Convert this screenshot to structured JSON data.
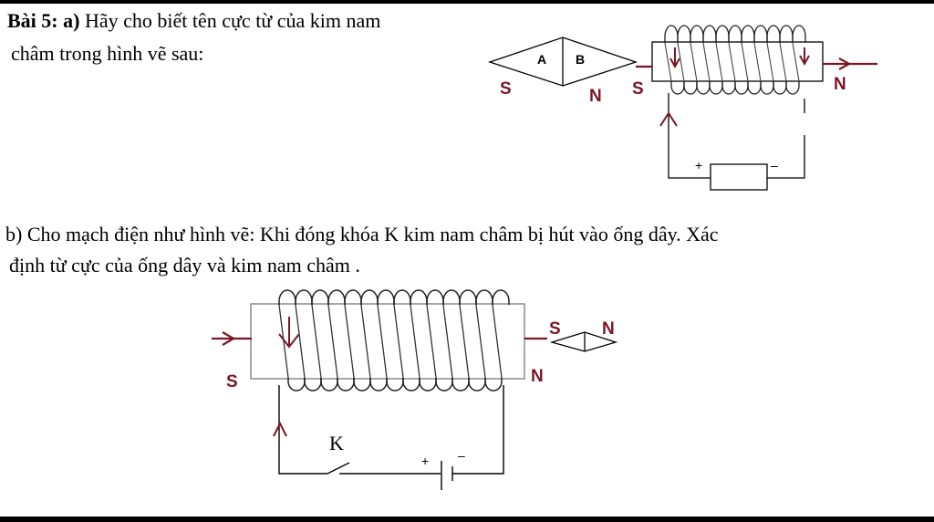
{
  "problem": {
    "part_a_prefix": "Bài  5: a)",
    "part_a_line1": "Hãy cho biết tên cực từ của kim nam",
    "part_a_line2": "châm trong hình vẽ sau:",
    "part_b_line1": "b) Cho mạch điện như hình vẽ: Khi đóng khóa K kim nam châm bị hút vào ống dây. Xác",
    "part_b_line2": "định từ cực của ống dây và kim nam châm ."
  },
  "figure_a": {
    "needle_left_label": "A",
    "needle_right_label": "B",
    "needle_pole_left": "S",
    "needle_pole_right": "N",
    "coil_pole_left": "S",
    "coil_pole_right": "N",
    "battery_plus": "+",
    "battery_minus": "–"
  },
  "figure_b": {
    "coil_pole_left": "S",
    "coil_pole_right": "N",
    "needle_pole_left": "S",
    "needle_pole_right": "N",
    "switch_label": "K",
    "battery_plus": "+",
    "battery_minus": "–"
  },
  "colors": {
    "annotation": "#7a1626",
    "ink": "#000000",
    "coil_body": "#8a8a8a"
  }
}
